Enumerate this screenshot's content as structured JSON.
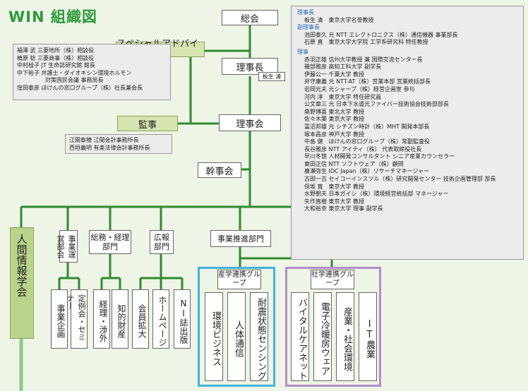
{
  "title": "WIN 組織図",
  "nodes": {
    "general_meeting": "総会",
    "chairman": "理事長",
    "chairman_name": "板生 清",
    "board": "理事会",
    "exec_committee": "幹事会",
    "special_advisor": "スペシャルアドバイザ",
    "auditor": "監事",
    "human_info_society": "人間情報学会",
    "secretariat": "事業運営部会",
    "general_accounting": "総務・経理部門",
    "pr": "広報部門",
    "business_promotion": "事業推進部門",
    "industry_academia_group": "産学連携グループ",
    "social_group": "社学連携グループ"
  },
  "advisors": [
    "福澤 武  三菱地所（株）相談役",
    "槙原 稔  三菱商事（株）相談役",
    "中村桂子  JT 生命誌研究館 館長",
    "中下裕子  弁護士・ダイオキシン環境ホルモン",
    "　　　　　対策国民会議 事務局長",
    "窪田泰彦  ほけんの窓口グループ（株）社長兼会長"
  ],
  "auditors": [
    "江間泰穂  江間会計事務所長",
    "西垣義明  有楽法律会計事務所長"
  ],
  "board_list": {
    "chairman_hdr": "理事長",
    "chairman": [
      "板生 清　東京大学名誉教授"
    ],
    "vice_hdr": "副理事長",
    "vice": [
      "池田泰久 元 NTT エレクトロニクス（株）通信機器 事業部長",
      "石原 直　東京大学大学院 工学系研究科 特任教授"
    ],
    "directors_hdr": "理事",
    "directors": [
      "赤羽正雄  信州大学教授 兼 国際交流センター長",
      "磯部雅彦  高知工科大学 副学長",
      "伊藤公一  千葉大学 教授",
      "井守康義  元 NTT-AT（株）営業本部 営業統括部長",
      "岩岡光夫  元シャープ（株）経営企画室 参与",
      "河内 淳　東京大学 特任研究員",
      "公文章三  元 日本下水道光ファイバー技術協会技術部部長",
      "桑野博喜  東北大学 教授",
      "佐々木葉  東京大学 教授",
      "冨沼邦雄  元 シチズン時計（株）MHT 開発本部長",
      "塚本昌彦  神戸大学 教授",
      "中島 健　ほけんの窓口グループ（株）常勤監査役",
      "長谷雅彦  NTT アイティ（株） 代表取締役社長",
      "早川冬悠  人材開発コンサルタント シニア産業カウンセラー",
      "東田正信  NTT ソフトウェア（株）顧問",
      "廣瀬弥生  IDC Japan（株）リサーチマネージャー",
      "古田一吉  セイコーインスツル（株）研究開発センター 技術企画管理部 部長",
      "保坂 寛　東京大学 教授",
      "水野朝夫  日本ガイシ（株）環境経営統括部 マネージャー",
      "矢作直樹  東京大学 教授",
      "大和裕幸  東京大学 理事 副学長"
    ]
  },
  "leaves": {
    "business_planning": "事業企画",
    "seminars": "定例会・セミナー",
    "accounting": "経理・渉外",
    "ip": "知的財産",
    "membership": "会員拡大",
    "homepage": "ホームページ",
    "ni_publication": "NI誌出版",
    "env_business": "環境ビジネス",
    "body_comm": "人体通信",
    "seismic": "耐震状態センシング",
    "vital": "バイタルケアネット",
    "peltier": "電子冷暖房ウェア",
    "social_env": "産業・社会環境",
    "it_agri": "IT農業"
  },
  "colors": {
    "green": "#2e8b2e",
    "blue_frame": "#3fb4dc",
    "purple_frame": "#b48ccc",
    "advisor_green": "#d6e4b0"
  }
}
